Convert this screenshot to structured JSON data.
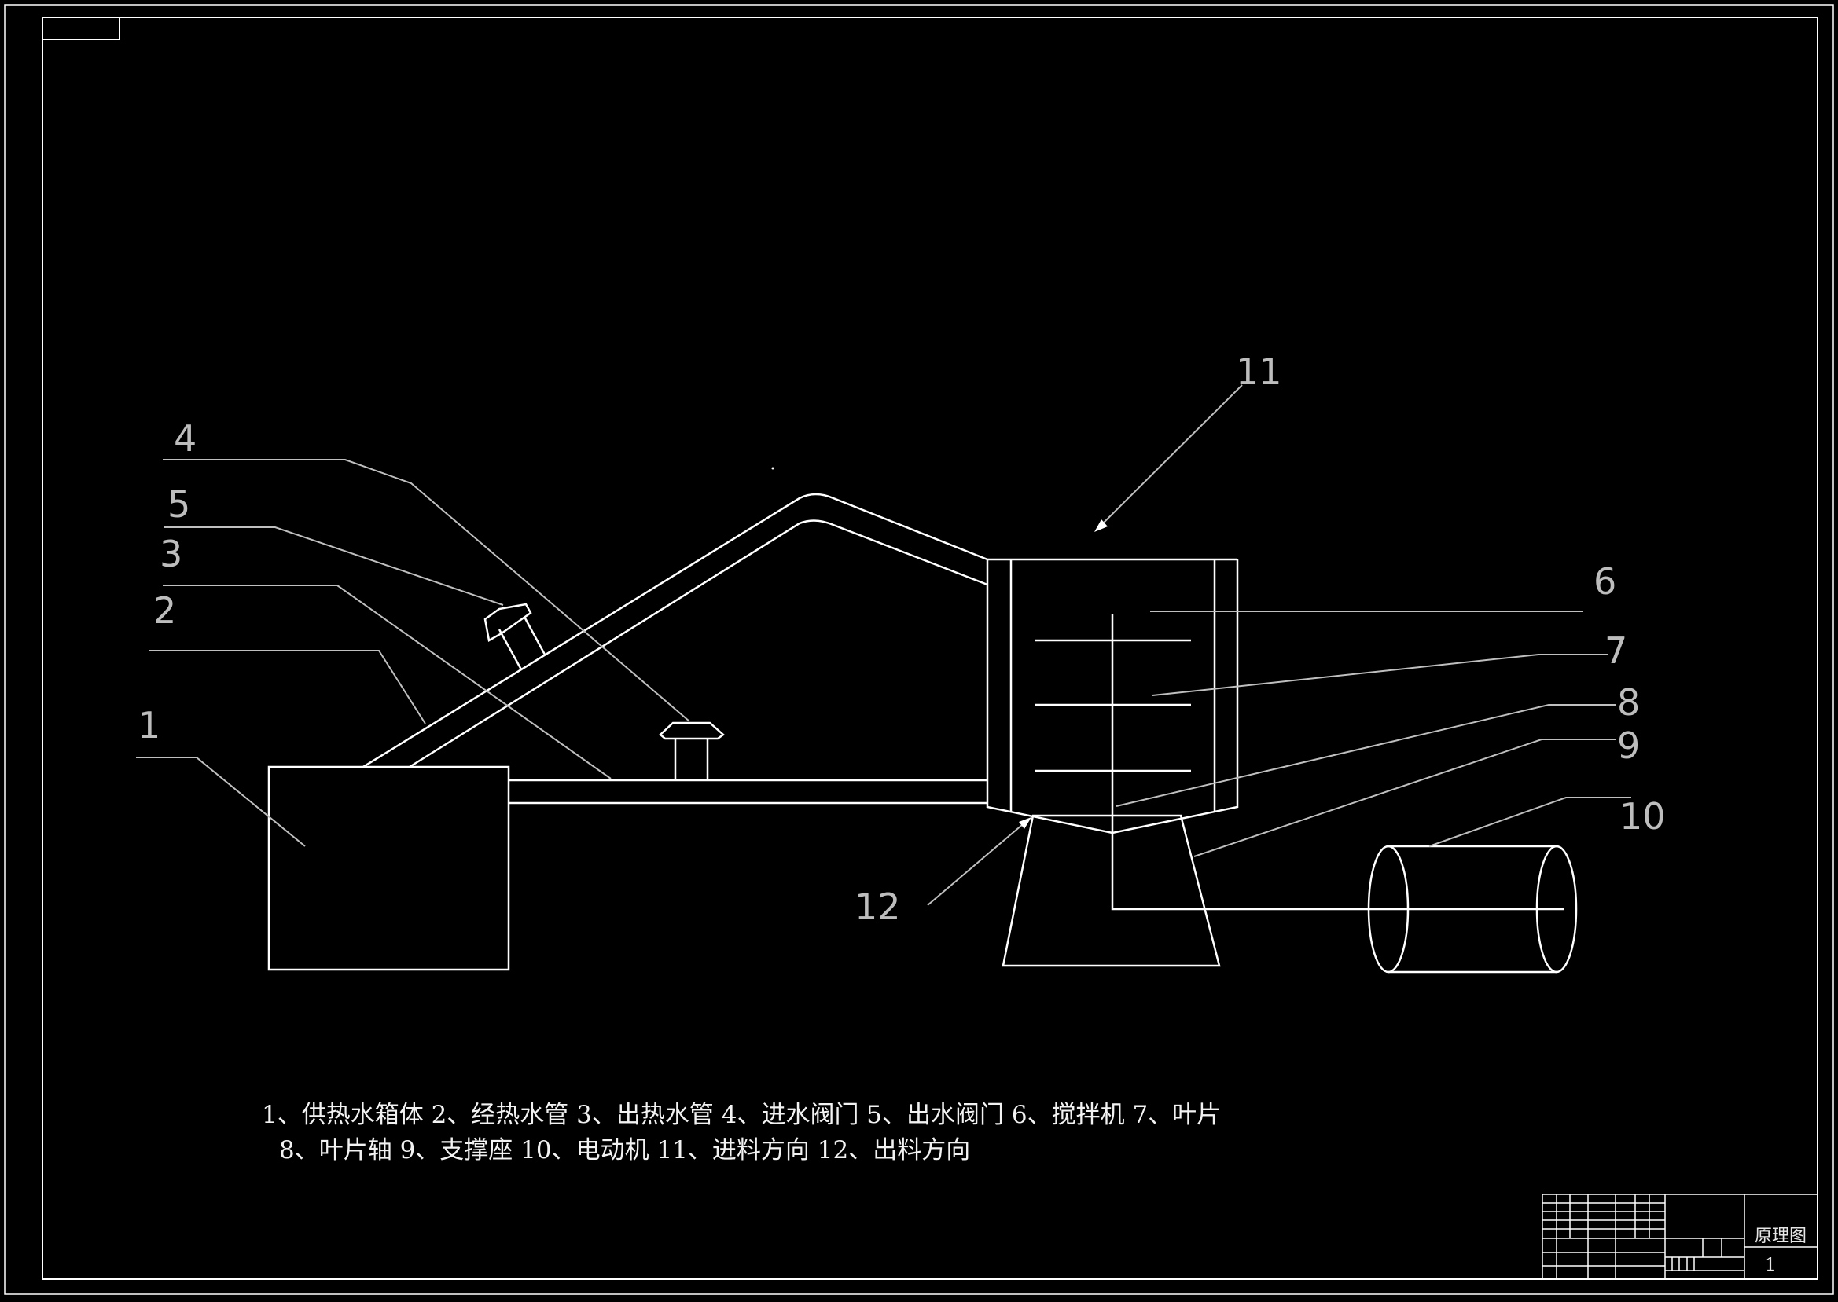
{
  "labels": {
    "l1": "1",
    "l2": "2",
    "l3": "3",
    "l4": "4",
    "l5": "5",
    "l6": "6",
    "l7": "7",
    "l8": "8",
    "l9": "9",
    "l10": "10",
    "l11": "11",
    "l12": "12"
  },
  "legend": {
    "line1": "1、供热水箱体 2、经热水管 3、出热水管 4、进水阀门 5、出水阀门 6、搅拌机 7、叶片",
    "line2": "8、叶片轴 9、支撑座 10、电动机 11、进料方向 12、出料方向"
  },
  "title_block": {
    "drawing_name": "原理图",
    "sheet_no": "1"
  },
  "colors": {
    "background": "#000000",
    "line": "#ffffff",
    "leader": "#bfbfbf"
  }
}
